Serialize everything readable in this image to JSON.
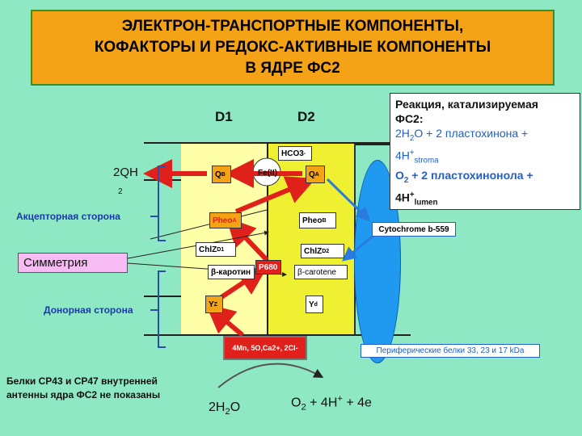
{
  "title": {
    "line1": "ЭЛЕКТРОН-ТРАНСПОРТНЫЕ КОМПОНЕНТЫ,",
    "line2": "КОФАКТОРЫ И РЕДОКС-АКТИВНЫЕ КОМПОНЕНТЫ",
    "line3": "В ЯДРЕ ФС2"
  },
  "subunits": {
    "d1": "D1",
    "d2": "D2"
  },
  "components": {
    "hco3": "HCO3",
    "hco3_sup": "-",
    "fe": "Fe(II)",
    "qb_main": "Q",
    "qb_sub": "B",
    "qa_main": "Q",
    "qa_sub": "A",
    "pheoa_main": "Pheo",
    "pheoa_sub": "A",
    "pheob_main": "Pheo",
    "pheob_sub": "B",
    "chlzd1_main": "ChlZ",
    "chlzd1_sub": "D1",
    "chlzd2_main": "ChlZ",
    "chlzd2_sub": "D2",
    "p680": "P680",
    "carotene_ru": "β-каротин",
    "carotene_en": "β-carotene",
    "yz_main": "Y",
    "yz_sub": "Z",
    "yd_main": "Y",
    "yd_sub": "d",
    "mn_cluster": "4Mn, 5O,Ca2+, 2Cl-"
  },
  "labels": {
    "qh2": "2QH",
    "qh2_sub": "2",
    "acceptor": "Акцепторная сторона",
    "donor": "Донорная сторона",
    "symmetry": "Симметрия",
    "cytochrome": "Cytochrome b-559",
    "peripheral": "Периферические белки 33, 23 и 17 kDa",
    "note_line1": "Белки CP43 и CP47 внутренней",
    "note_line2": "антенны ядра ФС2 не показаны",
    "water": "2H",
    "water_sub": "2",
    "water_tail": "O",
    "products_o": "O",
    "products_o_sub": "2",
    "products_rest": " + 4H",
    "products_sup": "+",
    "products_e": " + 4e"
  },
  "reaction": {
    "heading1": "Реакция, катализируемая",
    "heading2": "ФС2:",
    "line1": "2H",
    "line1_sub": "2",
    "line1_rest": "O + 2 пластохинона +",
    "line2": "4H",
    "line2_sup": "+",
    "line2_sub": "stroma",
    "line3": "O",
    "line3_sub": "2",
    "line3_rest": " + 2 пластохинонола +",
    "line4": "4H",
    "line4_sup": "+",
    "line4_sub": "lumen"
  },
  "colors": {
    "background": "#8fe8c4",
    "title_bg": "#f5a316",
    "d1_panel": "#ffffa8",
    "d2_panel": "#f0f032",
    "arrow_red": "#e0201a",
    "arrow_blue": "#2a7be0",
    "cylinder": "#1f9af0"
  }
}
